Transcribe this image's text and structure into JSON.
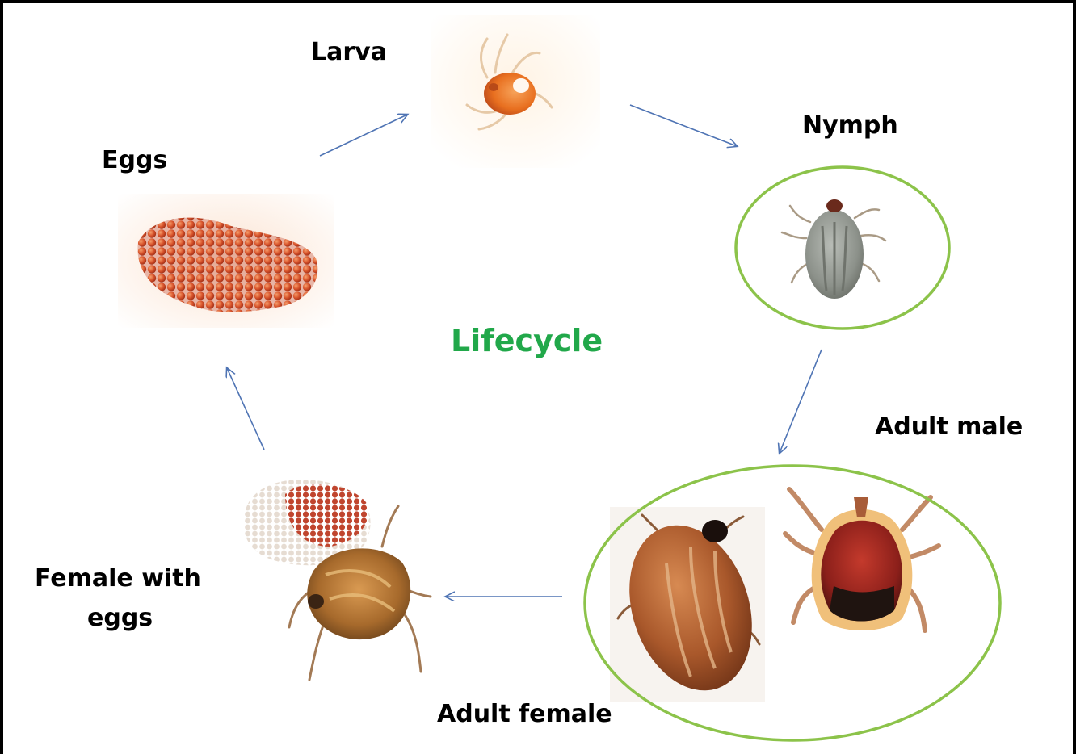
{
  "center_title": "Lifecycle",
  "stages": {
    "eggs": "Eggs",
    "larva": "Larva",
    "nymph": "Nymph",
    "adult_male": "Adult male",
    "adult_female": "Adult female",
    "female_with_eggs_line1": "Female with",
    "female_with_eggs_line2": "eggs"
  },
  "colors": {
    "title": "#21a84a",
    "highlight_ellipse": "#8cc34a",
    "arrow": "#4f74b4",
    "frame": "#000000"
  },
  "icons": {
    "eggs": "egg-cluster-photo",
    "larva": "larva-tick-photo",
    "nymph": "nymph-tick-photo",
    "adult_female": "adult-female-tick-photo",
    "adult_male": "adult-male-tick-photo",
    "female_with_eggs": "female-with-eggs-photo"
  }
}
